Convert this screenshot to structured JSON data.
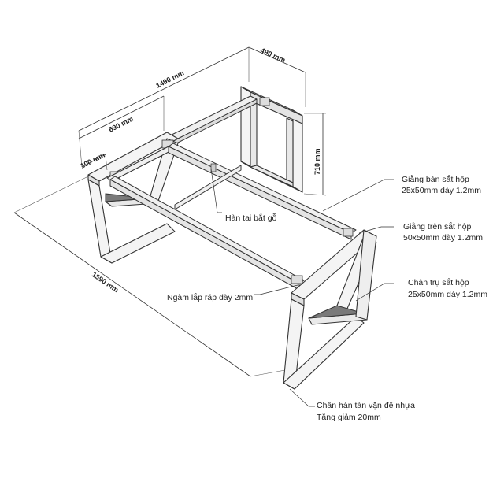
{
  "dimensions": {
    "width_490": "490 mm",
    "length_1490": "1490 mm",
    "span_690": "690 mm",
    "offset_100": "100 mm",
    "height_710": "710 mm",
    "overall_1590": "1590 mm"
  },
  "annotations": {
    "giang_ban": [
      "Giằng bàn sắt hộp",
      "25x50mm dày 1.2mm"
    ],
    "han_tai": [
      "Hàn tai bắt gỗ"
    ],
    "giang_tren": [
      "Giằng trên sắt hộp",
      "50x50mm dày 1.2mm"
    ],
    "chan_tru": [
      "Chân trụ sắt hộp",
      "25x50mm dày 1.2mm"
    ],
    "ngam_lap": [
      "Ngàm lắp ráp dày 2mm"
    ],
    "chan_han": [
      "Chân hàn tán vặn đế nhựa",
      "Tăng giảm 20mm"
    ]
  }
}
